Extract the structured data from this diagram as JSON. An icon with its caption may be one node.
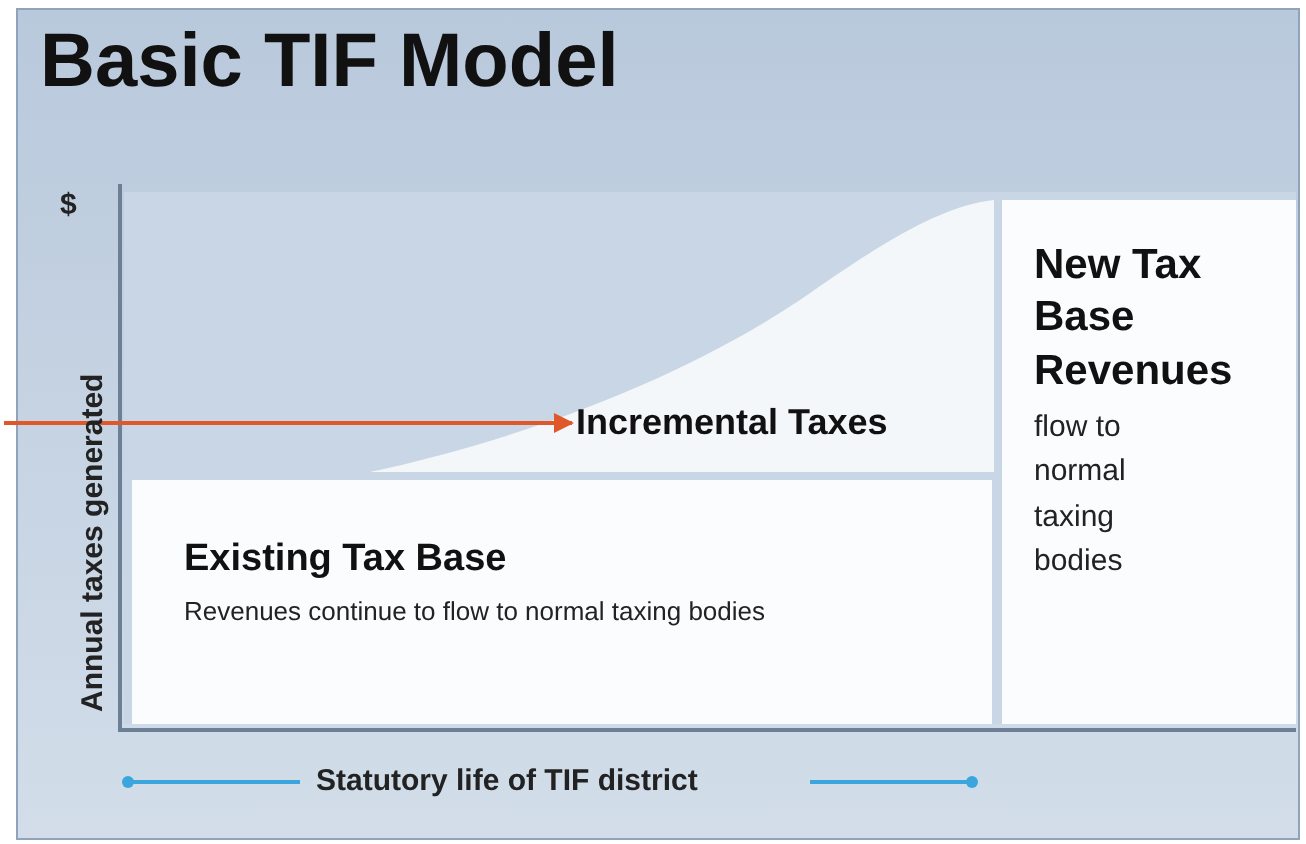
{
  "diagram": {
    "title": "Basic TIF Model",
    "nodes": [
      {
        "text": [
          "Existing Tax Base",
          "Revenues continue to flow to normal taxing bodies"
        ]
      },
      {
        "text": [
          "Incremental Taxes"
        ]
      },
      {
        "text": [
          "New Tax Base Revenues",
          "flow to normal taxing bodies"
        ]
      }
    ],
    "edges": [
      {
        "from": null,
        "to": 1,
        "arrow": "to",
        "color": "#e0582a"
      }
    ],
    "labels": [
      "$",
      "Annual taxes generated",
      "Statutory life of TIF district"
    ]
  }
}
